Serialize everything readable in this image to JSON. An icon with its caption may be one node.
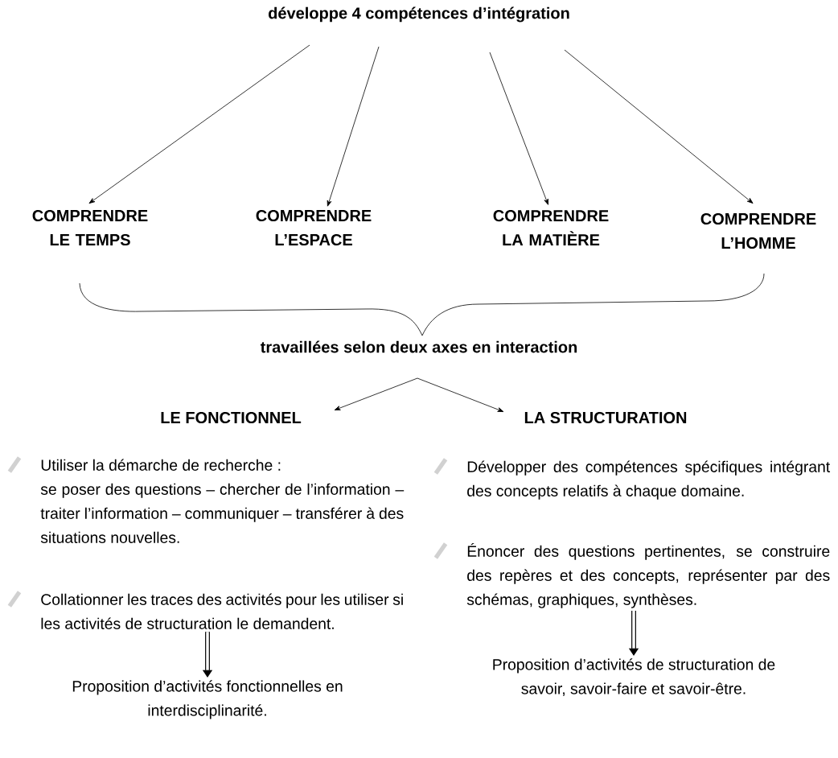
{
  "diagram": {
    "nodes": [
      {
        "text": [
          "développe 4 compétences d’intégration"
        ]
      },
      {
        "text": [
          "COMPRENDRE LE TEMPS"
        ]
      },
      {
        "text": [
          "COMPRENDRE L’ESPACE"
        ]
      },
      {
        "text": [
          "COMPRENDRE LA MATIÈRE"
        ]
      },
      {
        "text": [
          "COMPRENDRE L’HOMME"
        ]
      },
      {
        "text": [
          "travaillées selon deux axes en interaction"
        ]
      },
      {
        "text": [
          "LE FONCTIONNEL"
        ]
      },
      {
        "text": [
          "LA STRUCTURATION"
        ]
      },
      {
        "text": [
          "Utiliser la démarche de recherche :",
          "se poser des questions – chercher de l’information – traiter l’information – communiquer – transférer à des situations nouvelles."
        ]
      },
      {
        "text": [
          "Collationner les traces des activités pour les utiliser si les activités de structuration le demandent."
        ]
      },
      {
        "text": [
          "Proposition d’activités fonctionnelles en interdisciplinarité."
        ]
      },
      {
        "text": [
          "Développer des compétences spécifiques intégrant des concepts relatifs à chaque domaine."
        ]
      },
      {
        "text": [
          "Énoncer des questions pertinentes, se construire des repères et des concepts, représenter par des schémas, graphiques, synthèses."
        ]
      },
      {
        "text": [
          "Proposition d’activités de structuration de savoir, savoir-faire et savoir-être."
        ]
      }
    ],
    "edges": [
      {
        "from": 0,
        "to": 1,
        "arrow": "to"
      },
      {
        "from": 0,
        "to": 2,
        "arrow": "to"
      },
      {
        "from": 0,
        "to": 3,
        "arrow": "to"
      },
      {
        "from": 0,
        "to": 4,
        "arrow": "to"
      },
      {
        "from": 5,
        "to": 6,
        "arrow": "to"
      },
      {
        "from": 5,
        "to": 7,
        "arrow": "to"
      },
      {
        "from": 9,
        "to": 10,
        "arrow": "to",
        "style": "thick"
      },
      {
        "from": 12,
        "to": 13,
        "arrow": "to",
        "style": "thick"
      }
    ]
  }
}
